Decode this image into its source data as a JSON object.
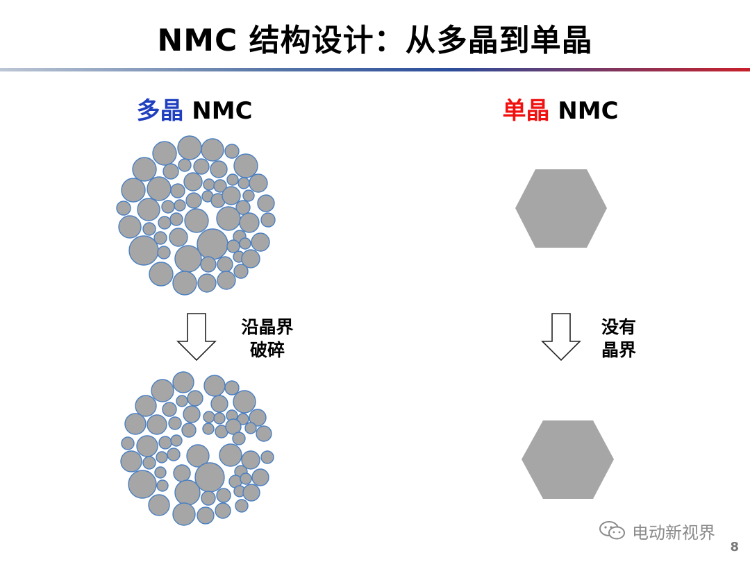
{
  "title": "NMC 结构设计：从多晶到单晶",
  "left": {
    "heading_accent": "多晶",
    "heading_rest": " NMC",
    "arrow_note_line1": "沿晶界",
    "arrow_note_line2": "破碎"
  },
  "right": {
    "heading_accent": "单晶",
    "heading_rest": " NMC",
    "arrow_note_line1": "没有",
    "arrow_note_line2": "晶界"
  },
  "watermark": {
    "icon": "wechat-icon",
    "text": "电动新视界"
  },
  "page_number": "8",
  "colors": {
    "particle_fill": "#a6a6a6",
    "particle_stroke": "#4a7fc1",
    "hexagon_fill": "#a6a6a6",
    "accent_blue": "#1f3fbf",
    "accent_red": "#f01010"
  }
}
